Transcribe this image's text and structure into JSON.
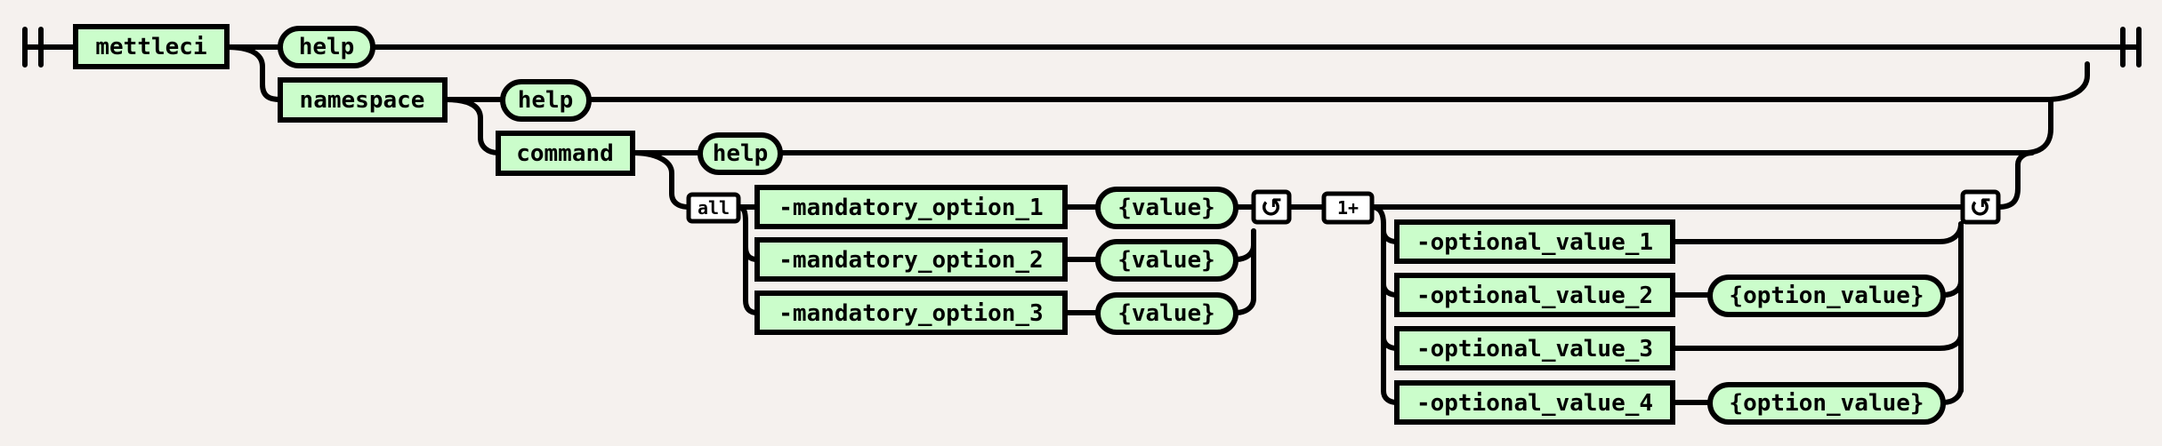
{
  "diagram": {
    "root": "mettleci",
    "help": "help",
    "namespace": "namespace",
    "command": "command",
    "all_label": "all",
    "one_plus_label": "1+",
    "repeat_icon": "loop-arrow-icon",
    "mandatory_options": [
      {
        "option": "-mandatory_option_1",
        "value": "{value}"
      },
      {
        "option": "-mandatory_option_2",
        "value": "{value}"
      },
      {
        "option": "-mandatory_option_3",
        "value": "{value}"
      }
    ],
    "optional_values": [
      {
        "option": "-optional_value_1",
        "value": ""
      },
      {
        "option": "-optional_value_2",
        "value": "{option_value}"
      },
      {
        "option": "-optional_value_3",
        "value": ""
      },
      {
        "option": "-optional_value_4",
        "value": "{option_value}"
      }
    ],
    "colors": {
      "background": "#f5f1ee",
      "box_fill": "#cbfdcb",
      "stroke": "#000000"
    }
  }
}
